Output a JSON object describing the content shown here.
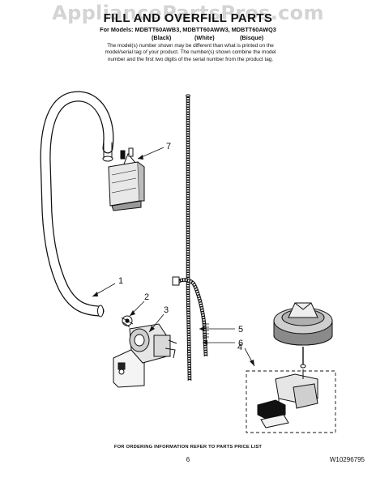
{
  "watermark": "AppliancePartsPros.com",
  "title": "FILL AND OVERFILL PARTS",
  "models_line": "For Models: MDBTT60AWB3, MDBTT60AWW3, MDBTT60AWQ3",
  "colors": [
    "(Black)",
    "(White)",
    "(Bisque)"
  ],
  "note_lines": [
    "The model(s) number shown may be different than what is printed on the",
    "model/serial tag of your product. The number(s) shown combine the model",
    "number and the first two digits of the serial number from the product tag."
  ],
  "callouts": [
    "1",
    "2",
    "3",
    "4",
    "5",
    "6",
    "7"
  ],
  "footer": {
    "ordering_note": "FOR ORDERING INFORMATION REFER TO PARTS PRICE LIST",
    "page_number": "6",
    "doc_number": "W10296795"
  }
}
